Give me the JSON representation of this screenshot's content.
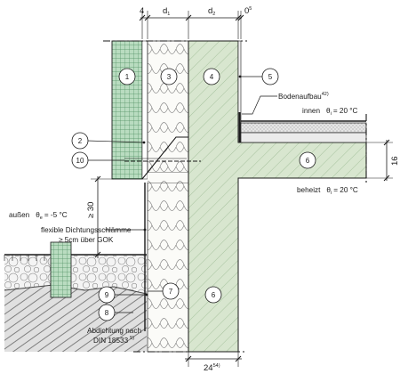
{
  "dimensions": {
    "top": [
      {
        "main": "4",
        "sub": ""
      },
      {
        "main": "d",
        "sub": "1"
      },
      {
        "main": "d",
        "sub": "2"
      },
      {
        "main": "0",
        "sup": "5"
      }
    ],
    "right": "16",
    "left": "≥ 30",
    "bottom": {
      "main": "24",
      "sup": "54)"
    }
  },
  "labels": {
    "bodenaufbau": "Bodenaufbau",
    "bodenaufbau_ref": "42)",
    "innen_word": "innen",
    "innen_value": "= 20 °C",
    "beheizt_word": "beheizt",
    "beheizt_value": "= 20 °C",
    "aussen_word": "außen",
    "aussen_value": "= -5 °C",
    "theta": "θ",
    "sub_i": "i",
    "sub_e": "e",
    "dichtung_line1": "flexible Dichtungsschlämme",
    "dichtung_line2": "≥ 5cm über GOK",
    "abdichtung_line1": "Abdichtung nach",
    "abdichtung_line2": "DIN 18533",
    "abdichtung_ref": "5)"
  },
  "callouts": [
    "1",
    "2",
    "3",
    "4",
    "5",
    "6",
    "7",
    "8",
    "9",
    "10"
  ],
  "colors": {
    "facade_grid": "#6fa97f",
    "concrete": "#d8e6cf",
    "concrete_hatch": "#95b28a",
    "insulation_bg": "#f7f7f4",
    "gravel": "#efefef",
    "soil": "#d2d2d2",
    "ink": "#1a1a1a"
  }
}
